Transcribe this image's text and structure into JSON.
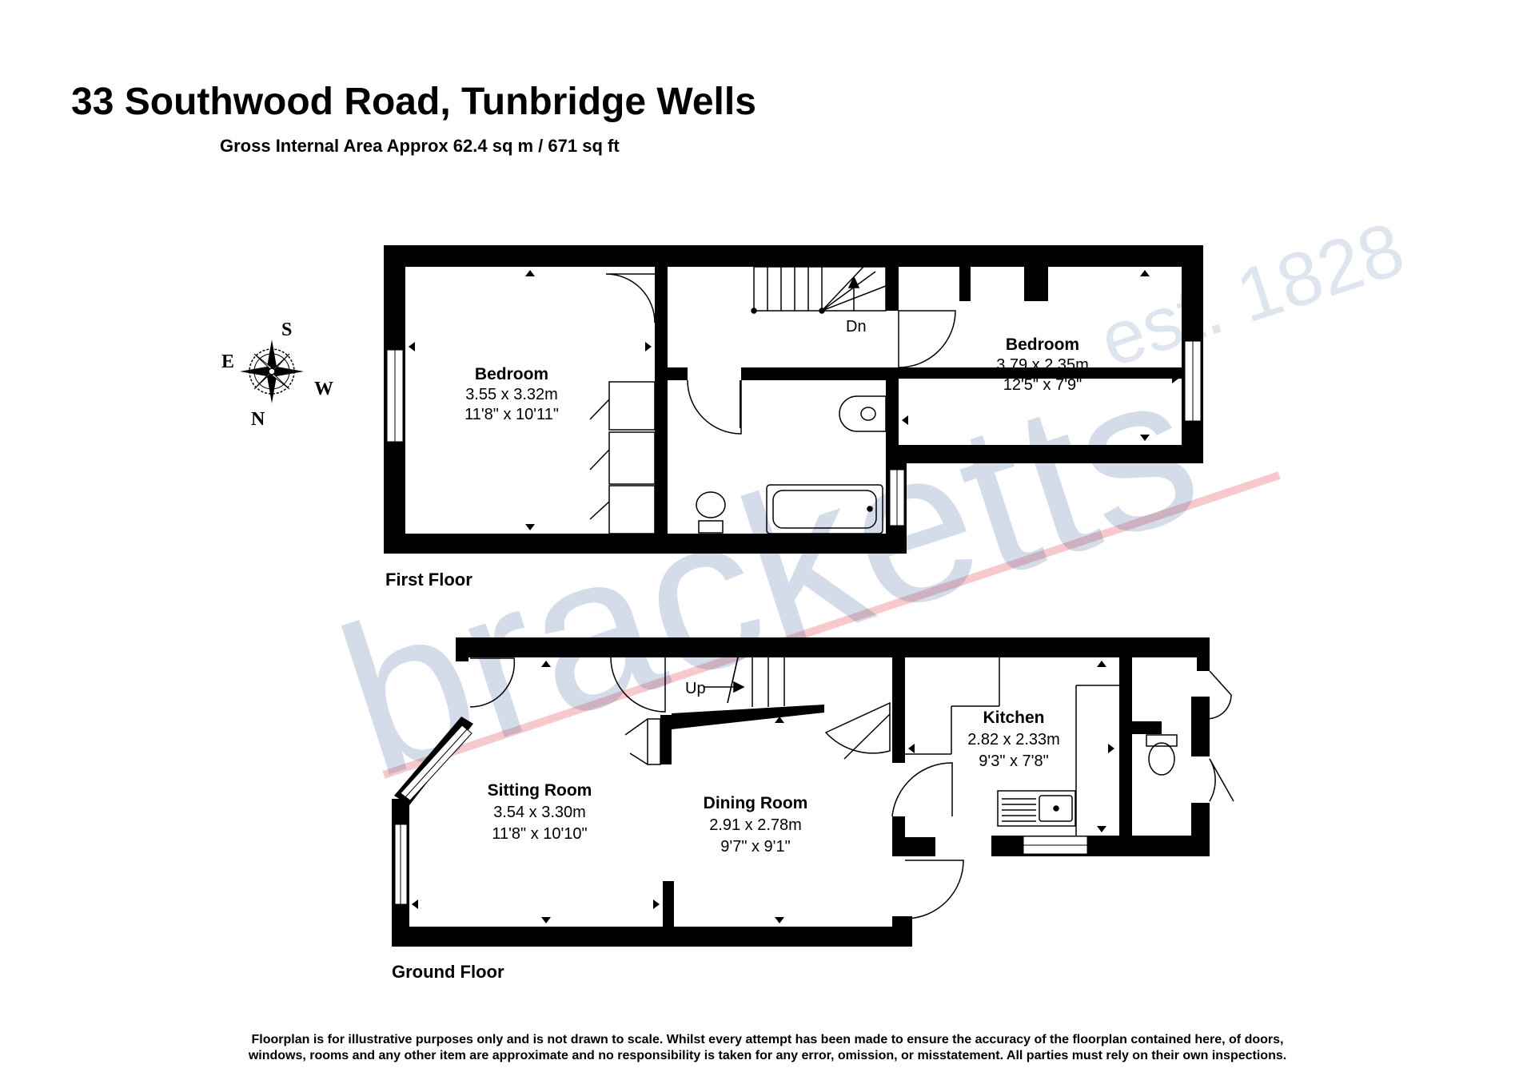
{
  "header": {
    "title": "33 Southwood Road, Tunbridge Wells",
    "subtitle": "Gross Internal Area Approx 62.4 sq m / 671 sq ft"
  },
  "watermark": {
    "brand": "bracketts",
    "est": "est. 1828",
    "color": "#2f5596",
    "accent_color": "#e8505b"
  },
  "compass": {
    "s": "S",
    "e": "E",
    "n": "N",
    "w": "W"
  },
  "first_floor": {
    "label": "First Floor",
    "stairs_label": "Dn",
    "bedroom1": {
      "name": "Bedroom",
      "metric": "3.55 x 3.32m",
      "imperial": "11'8\" x 10'11\""
    },
    "bedroom2": {
      "name": "Bedroom",
      "metric": "3.79 x 2.35m",
      "imperial": "12'5\" x 7'9\""
    }
  },
  "ground_floor": {
    "label": "Ground Floor",
    "stairs_label": "Up",
    "sitting_room": {
      "name": "Sitting Room",
      "metric": "3.54 x 3.30m",
      "imperial": "11'8\" x 10'10\""
    },
    "dining_room": {
      "name": "Dining Room",
      "metric": "2.91 x 2.78m",
      "imperial": "9'7\" x 9'1\""
    },
    "kitchen": {
      "name": "Kitchen",
      "metric": "2.82 x 2.33m",
      "imperial": "9'3\" x 7'8\""
    }
  },
  "disclaimer": {
    "line1": "Floorplan is for illustrative purposes only and is not drawn to scale. Whilst every attempt has been made to ensure the accuracy of the floorplan contained here, of doors,",
    "line2": "windows, rooms  and any other item are approximate and no responsibility is taken for any error, omission, or misstatement. All parties must rely on their own inspections."
  }
}
